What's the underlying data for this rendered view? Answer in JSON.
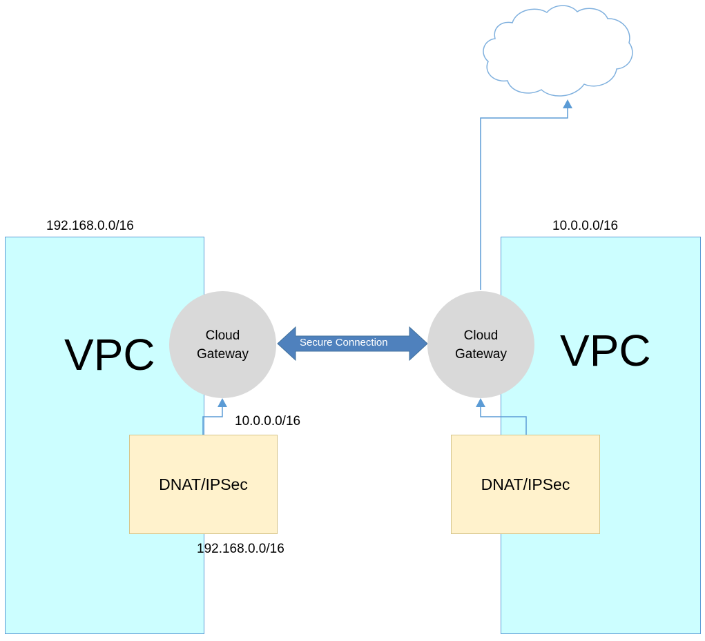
{
  "left_vpc": {
    "label": "VPC",
    "cidr": "192.168.0.0/16",
    "gateway": {
      "line1": "Cloud",
      "line2": "Gateway"
    },
    "nat": {
      "label": "DNAT/IPSec",
      "upstream_cidr": "10.0.0.0/16",
      "downstream_cidr": "192.168.0.0/16"
    }
  },
  "right_vpc": {
    "label": "VPC",
    "cidr": "10.0.0.0/16",
    "gateway": {
      "line1": "Cloud",
      "line2": "Gateway"
    },
    "nat": {
      "label": "DNAT/IPSec"
    }
  },
  "connection": {
    "label": "Secure Connection"
  },
  "colors": {
    "vpc_fill": "#ccfeff",
    "vpc_border": "#5b9bd5",
    "nat_fill": "#fff2cc",
    "gateway_fill": "#d9d9d9",
    "connector": "#5b9bd5",
    "secure_arrow": "#4f81bd",
    "cloud_fill": "#ffffff",
    "cloud_stroke": "#7fb0de"
  }
}
